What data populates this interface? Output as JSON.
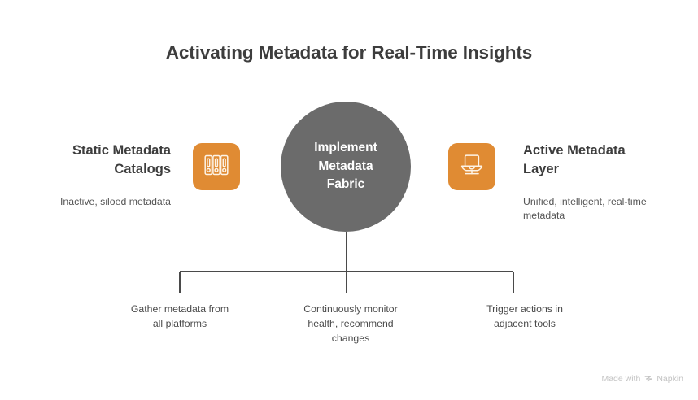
{
  "page": {
    "title": "Activating Metadata for Real-Time Insights",
    "background_color": "#ffffff"
  },
  "theme": {
    "accent_orange": "#e08b33",
    "hub_gray": "#6b6b6b",
    "title_color": "#3d3d3d",
    "body_color": "#4a4a4a",
    "connector_color": "#4a4a4a"
  },
  "hub": {
    "label": "Implement\nMetadata\nFabric",
    "icon": "circle-node",
    "shape": "circle"
  },
  "sides": [
    {
      "position": "left",
      "title": "Static Metadata Catalogs",
      "subtitle": "Inactive, siloed metadata",
      "icon": "binders-archive-icon"
    },
    {
      "position": "right",
      "title": "Active Metadata Layer",
      "subtitle": "Unified, intelligent, real-time metadata",
      "icon": "laptop-stand-icon"
    }
  ],
  "branches": [
    {
      "label": "Gather metadata from\nall platforms"
    },
    {
      "label": "Continuously monitor\nhealth, recommend\nchanges"
    },
    {
      "label": "Trigger actions in\nadjacent tools"
    }
  ],
  "watermark": {
    "prefix": "Made with",
    "brand": "Napkin",
    "icon": "napkin-logo-icon"
  }
}
